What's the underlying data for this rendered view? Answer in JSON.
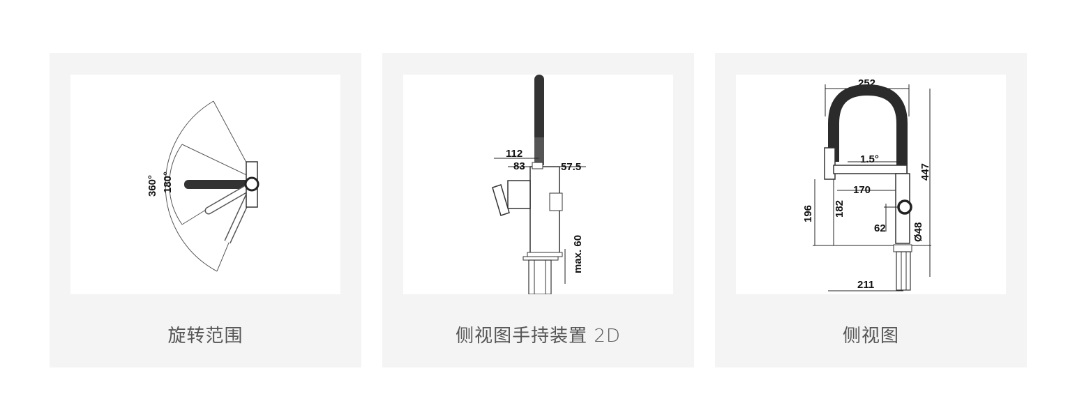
{
  "cards": [
    {
      "caption": "旋转范围",
      "labels": {
        "angle_outer": "360°",
        "angle_inner": "180°"
      }
    },
    {
      "caption": "侧视图手持装置 2D",
      "labels": {
        "d1": "112",
        "d2": "83",
        "d3": "57.5",
        "d4": "max. 60"
      }
    },
    {
      "caption": "侧视图",
      "labels": {
        "width_top": "252",
        "angle": "1.5°",
        "height_total": "447",
        "reach": "170",
        "height_left": "196",
        "height_spout": "182",
        "hole": "62",
        "diameter": "Ø48",
        "width_bottom": "211"
      }
    }
  ],
  "colors": {
    "card_bg": "#f4f4f4",
    "caption": "#555555",
    "line": "#222222"
  }
}
